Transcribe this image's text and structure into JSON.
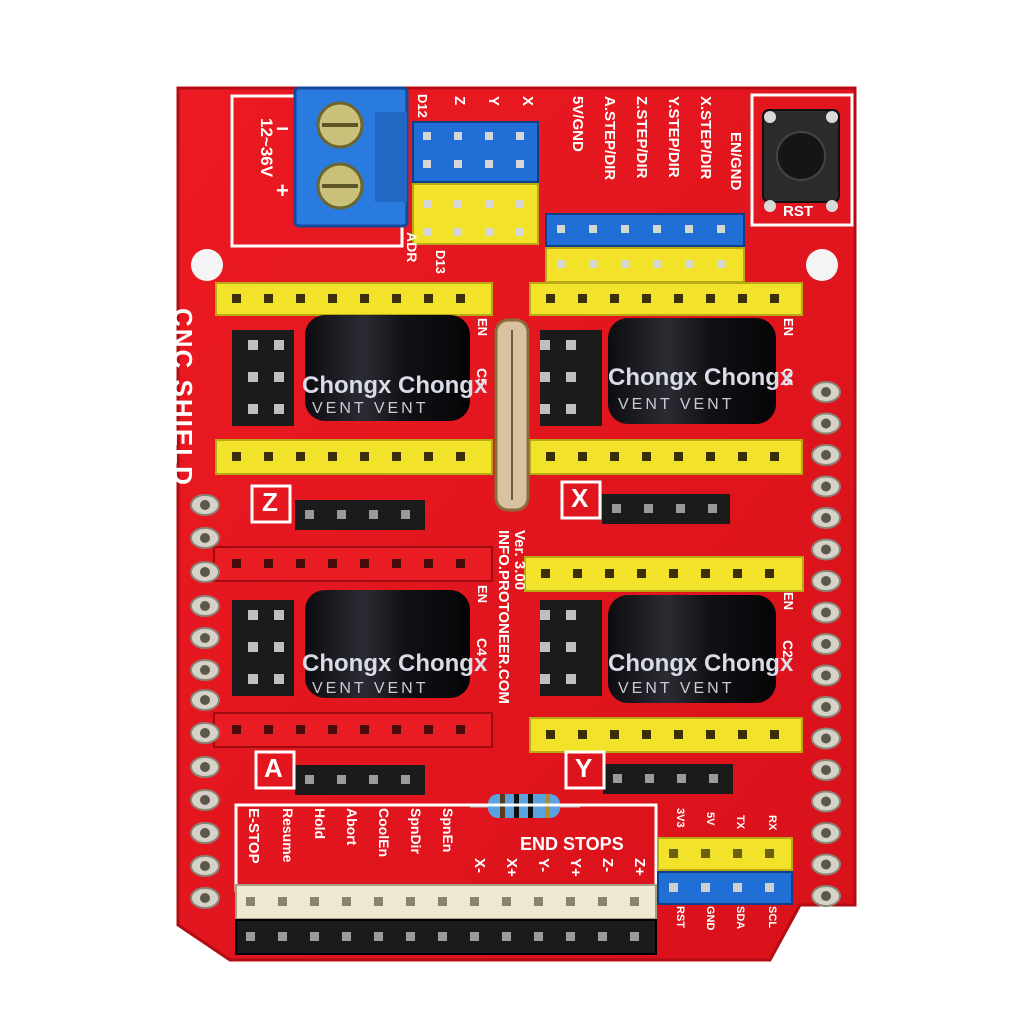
{
  "board": {
    "name": "CNC SHIELD",
    "version": "Ver. 3.00",
    "website": "INFO.PROTONEER.COM",
    "colors": {
      "pcb": "#e3141c",
      "pcb_dark": "#b90d14",
      "silk": "#ffffff",
      "header_yellow": "#f2e32a",
      "header_blue": "#1f6fd6",
      "header_red": "#e81c22",
      "header_black": "#1b1b1b",
      "header_cream": "#efe8d2",
      "terminal_blue": "#2a7be0",
      "capacitor": "#1a1a1f"
    }
  },
  "power": {
    "label": "12~36V",
    "minus": "−",
    "plus": "+"
  },
  "reset": {
    "label": "RST"
  },
  "top_pins": {
    "columns": [
      "D12",
      "Z",
      "Y",
      "X"
    ],
    "pin13": "D13",
    "adr": "ADR"
  },
  "top_signals": [
    "EN/GND",
    "X.STEP/DIR",
    "Y.STEP/DIR",
    "Z.STEP/DIR",
    "A.STEP/DIR",
    "5V/GND"
  ],
  "drivers": [
    {
      "axis": "Z",
      "cap": "C5",
      "en": "EN",
      "brand": "Chongx Chongx",
      "vent": "VENT VENT"
    },
    {
      "axis": "X",
      "cap": "C6",
      "en": "EN",
      "brand": "Chongx Chongx",
      "vent": "VENT VENT"
    },
    {
      "axis": "A",
      "cap": "C4",
      "en": "EN",
      "brand": "Chongx Chongx",
      "vent": "VENT VENT"
    },
    {
      "axis": "Y",
      "cap": "C2",
      "en": "EN",
      "brand": "Chongx Chongx",
      "vent": "VENT VENT"
    }
  ],
  "bottom_labels": [
    "E-STOP",
    "Resume",
    "Hold",
    "Abort",
    "CoolEn",
    "SpnDir",
    "SpnEn"
  ],
  "end_stops": {
    "title": "END STOPS",
    "pins": [
      "X-",
      "X+",
      "Y-",
      "Y+",
      "Z-",
      "Z+"
    ]
  },
  "i2c_top": [
    "3V3",
    "5V",
    "TX",
    "RX"
  ],
  "i2c_bottom": [
    "RST",
    "GND",
    "SDA",
    "SCL"
  ]
}
